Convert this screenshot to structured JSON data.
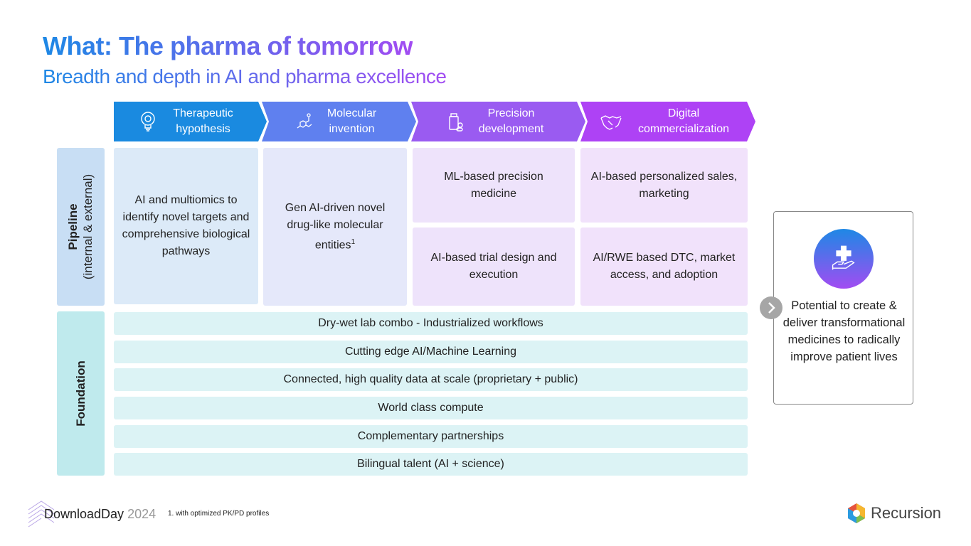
{
  "title": "What: The pharma of tomorrow",
  "subtitle": "Breadth and depth in AI and pharma excellence",
  "stages": [
    {
      "label": "Therapeutic hypothesis",
      "icon": "lightbulb-gear-icon",
      "color": "#1a8ae0"
    },
    {
      "label": "Molecular invention",
      "icon": "molecule-icon",
      "color": "#5f80ef"
    },
    {
      "label": "Precision development",
      "icon": "medicine-bottle-icon",
      "color": "#9a5bf1"
    },
    {
      "label": "Digital commercialization",
      "icon": "handshake-icon",
      "color": "#ae42f5"
    }
  ],
  "pipeline": {
    "label": "Pipeline",
    "sublabel": "(internal & external)",
    "therapeutic": "AI and multiomics to identify novel targets and comprehensive biological pathways",
    "molecular": "Gen AI-driven novel drug-like molecular entities",
    "molecular_sup": "1",
    "precision": [
      "ML-based precision medicine",
      "AI-based trial design and execution"
    ],
    "digital": [
      "AI-based personalized sales, marketing",
      "AI/RWE based DTC, market access, and adoption"
    ]
  },
  "foundation": {
    "label": "Foundation",
    "rows": [
      "Dry-wet lab combo - Industrialized workflows",
      "Cutting edge AI/Machine Learning",
      "Connected, high quality data at scale (proprietary + public)",
      "World class compute",
      "Complementary partnerships",
      "Bilingual talent (AI + science)"
    ]
  },
  "outcome": "Potential to create & deliver transformational medicines to radically improve patient lives",
  "footnote": "1. with optimized PK/PD profiles",
  "footer": {
    "event": "DownloadDay",
    "year": "2024",
    "brand": "Recursion"
  }
}
